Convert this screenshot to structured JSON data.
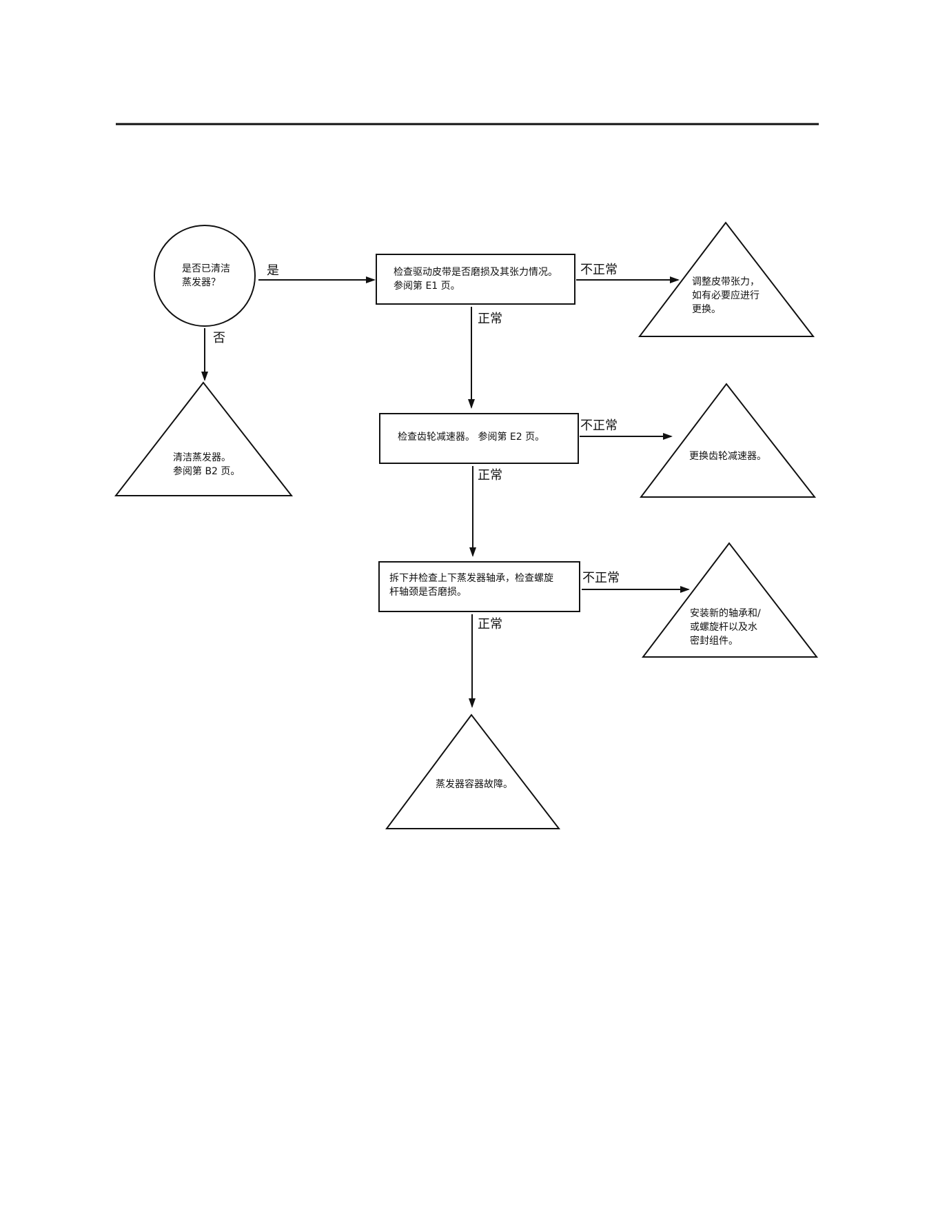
{
  "decision": {
    "question": "是否已清洁\n蒸发器？",
    "yes_label": "是",
    "no_label": "否"
  },
  "steps": [
    {
      "text": "检查驱动皮带是否磨损及其张力情况。\n参阅第 E1 页。",
      "abnormal_label": "不正常",
      "normal_label": "正常",
      "abnormal_action": "调整皮带张力，\n如有必要应进行\n更换。"
    },
    {
      "text": "检查齿轮减速器。 参阅第 E2 页。",
      "abnormal_label": "不正常",
      "normal_label": "正常",
      "abnormal_action": "更换齿轮减速器。"
    },
    {
      "text": "拆下并检查上下蒸发器轴承，检查螺旋\n杆轴颈是否磨损。",
      "abnormal_label": "不正常",
      "normal_label": "正常",
      "abnormal_action": "安装新的轴承和/\n或螺旋杆以及水\n密封组件。"
    }
  ],
  "no_action": "清洁蒸发器。\n参阅第 B2 页。",
  "final_action": "蒸发器容器故障。",
  "colors": {
    "line": "#111111",
    "background": "#ffffff"
  }
}
